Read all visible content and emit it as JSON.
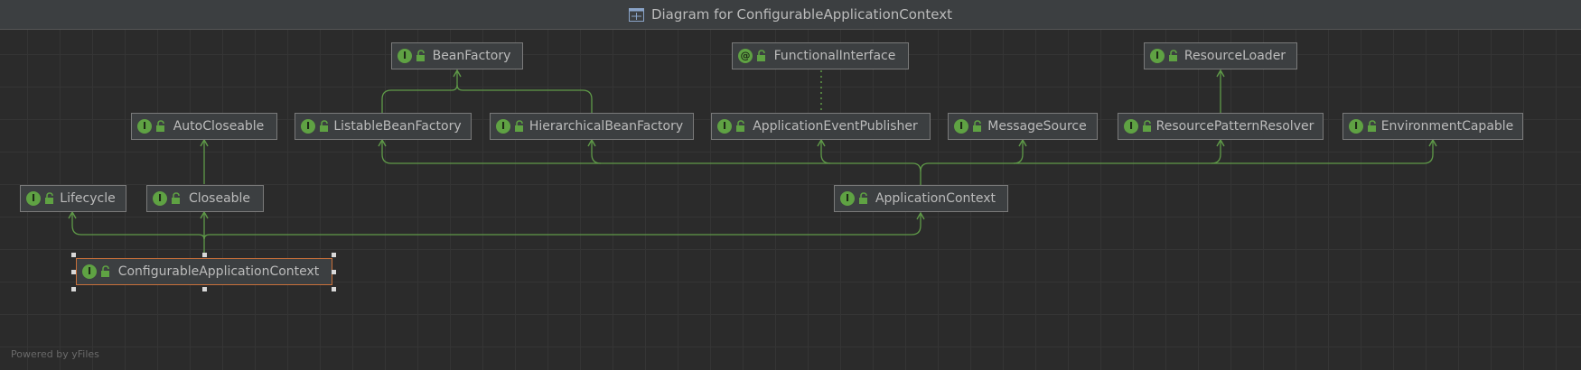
{
  "window": {
    "title": "Diagram for ConfigurableApplicationContext"
  },
  "nodes": {
    "bean_factory": {
      "label": "BeanFactory",
      "kind": "I"
    },
    "functional_interface": {
      "label": "FunctionalInterface",
      "kind": "@"
    },
    "resource_loader": {
      "label": "ResourceLoader",
      "kind": "I"
    },
    "auto_closeable": {
      "label": "AutoCloseable",
      "kind": "I"
    },
    "listable_bean_factory": {
      "label": "ListableBeanFactory",
      "kind": "I"
    },
    "hierarchical_bean_factory": {
      "label": "HierarchicalBeanFactory",
      "kind": "I"
    },
    "application_event_publisher": {
      "label": "ApplicationEventPublisher",
      "kind": "I"
    },
    "message_source": {
      "label": "MessageSource",
      "kind": "I"
    },
    "resource_pattern_resolver": {
      "label": "ResourcePatternResolver",
      "kind": "I"
    },
    "environment_capable": {
      "label": "EnvironmentCapable",
      "kind": "I"
    },
    "lifecycle": {
      "label": "Lifecycle",
      "kind": "I"
    },
    "closeable": {
      "label": "Closeable",
      "kind": "I"
    },
    "application_context": {
      "label": "ApplicationContext",
      "kind": "I"
    },
    "configurable_application_context": {
      "label": "ConfigurableApplicationContext",
      "kind": "I"
    }
  },
  "footer": {
    "text": "Powered by yFiles"
  },
  "colors": {
    "edge": "#5f9a48",
    "selected_border": "#c8703a",
    "badge": "#5fa243"
  }
}
